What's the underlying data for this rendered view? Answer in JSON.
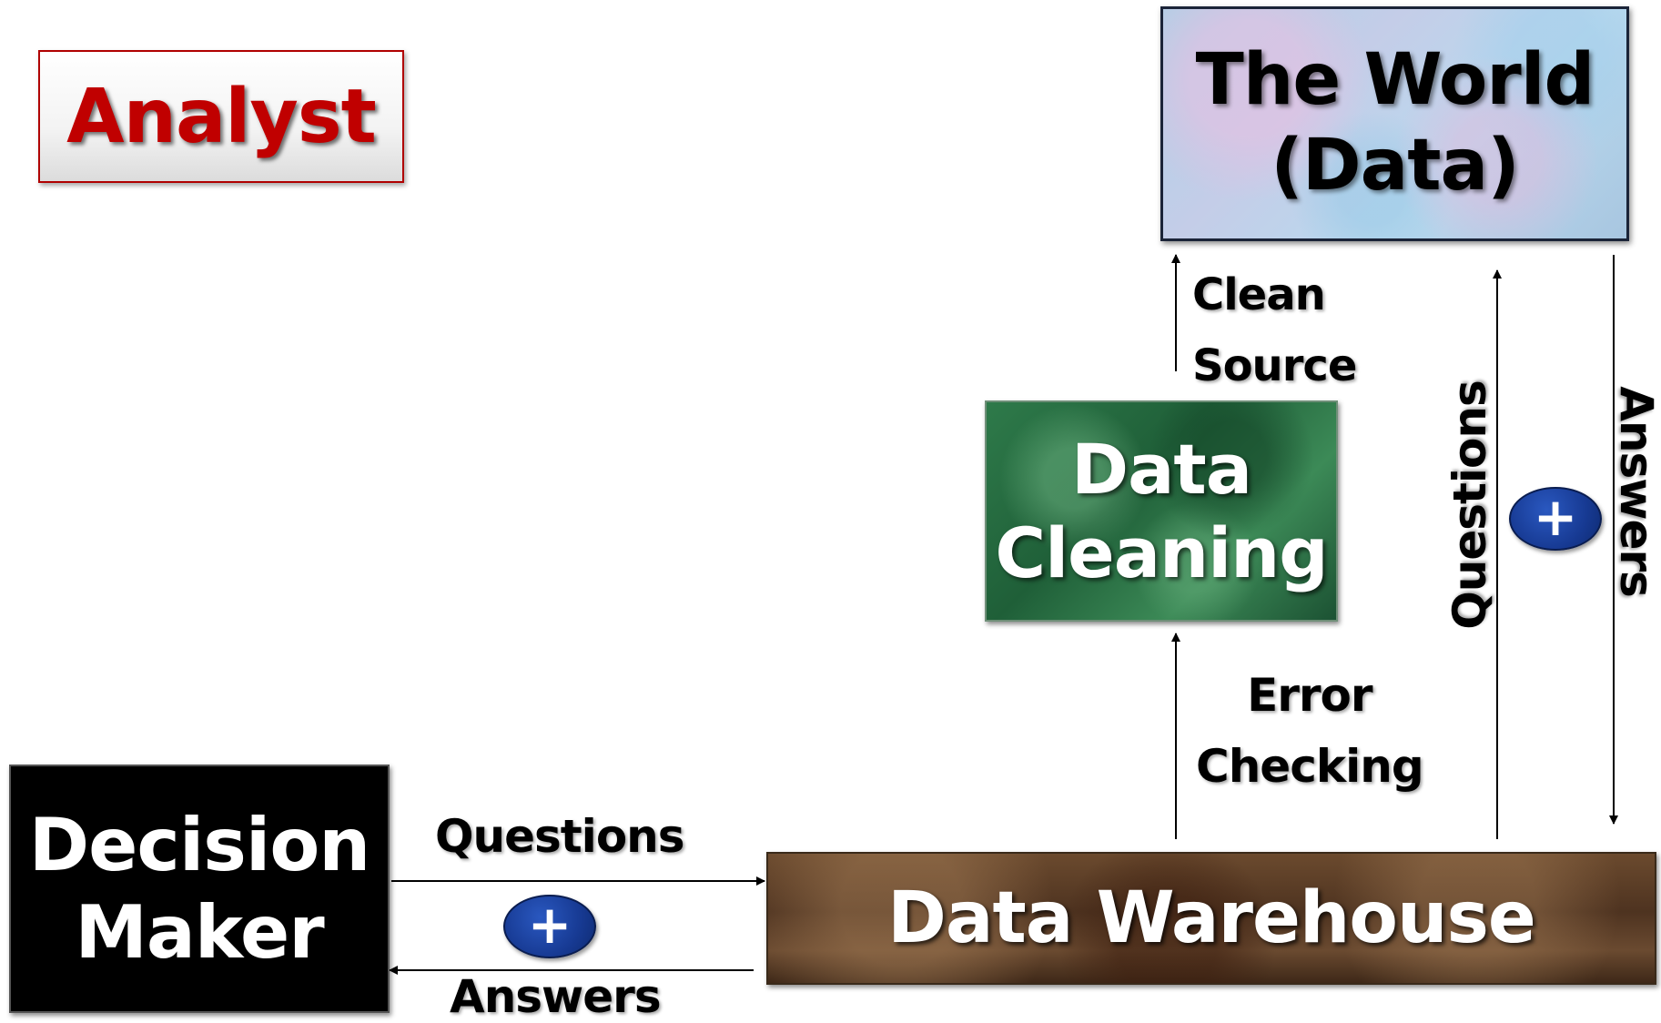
{
  "boxes": {
    "analyst": "Analyst",
    "world": [
      "The World",
      "(Data)"
    ],
    "cleaning": [
      "Data",
      "Cleaning"
    ],
    "decision": [
      "Decision",
      "Maker"
    ],
    "warehouse": "Data Warehouse"
  },
  "labels": {
    "clean_source": [
      "Clean",
      "Source"
    ],
    "error_checking": [
      "Error",
      "Checking"
    ],
    "questions_bottom": "Questions",
    "answers_bottom": "Answers",
    "questions_vertical": "Questions",
    "answers_vertical": "Answers"
  },
  "plus_symbol": "+",
  "colors": {
    "analyst_text": "#c00000",
    "plus_fill": "#173a93",
    "cleaning_fill": "#2e7a4a",
    "warehouse_fill": "#4e3320",
    "world_fill": "#aed0e6",
    "decision_fill": "#000000"
  }
}
